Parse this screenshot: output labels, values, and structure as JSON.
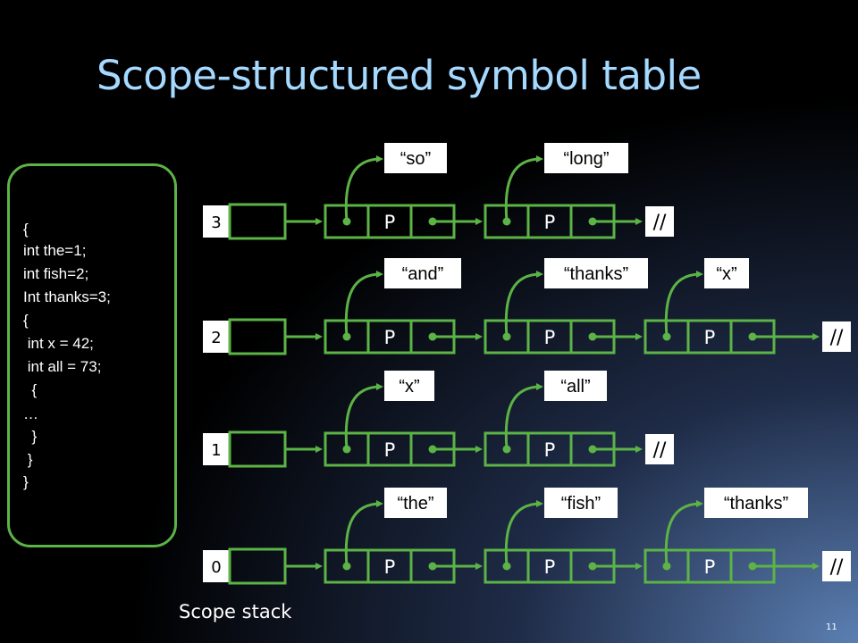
{
  "title": "Scope-structured symbol table",
  "code_lines": [
    "{",
    "int the=1;",
    "int fish=2;",
    "Int thanks=3;",
    "{",
    " int x = 42;",
    " int all = 73;",
    "  {",
    "…",
    "  }",
    " }",
    "}"
  ],
  "node_label": "P",
  "nil_label": "//",
  "scope_caption": "Scope stack",
  "page_number": "11",
  "levels": [
    {
      "index": "3",
      "names": [
        "“so”",
        "“long”"
      ]
    },
    {
      "index": "2",
      "names": [
        "“and”",
        "“thanks”",
        "“x”"
      ]
    },
    {
      "index": "1",
      "names": [
        "“x”",
        "“all”"
      ]
    },
    {
      "index": "0",
      "names": [
        "“the”",
        "“fish”",
        "“thanks”"
      ]
    }
  ],
  "colors": {
    "title": "#a5d9ff",
    "accent_green": "#5cb346",
    "background": "#000000"
  }
}
